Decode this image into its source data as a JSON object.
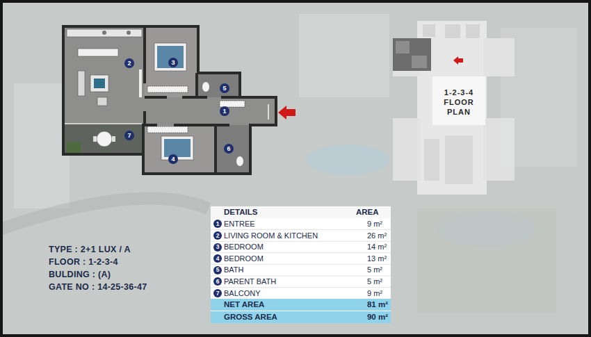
{
  "diagram": {
    "nodes": [
      {
        "text": [
          "1"
        ]
      },
      {
        "text": [
          "2"
        ]
      },
      {
        "text": [
          "3"
        ]
      },
      {
        "text": [
          "4"
        ]
      },
      {
        "text": [
          "5"
        ]
      },
      {
        "text": [
          "6"
        ]
      },
      {
        "text": [
          "7"
        ]
      }
    ],
    "labels": [
      "1-2-3-4 FLOOR PLAN",
      "DETAILS",
      "AREA",
      "1",
      "ENTREE",
      "9 m²",
      "2",
      "LIVING ROOM & KITCHEN",
      "26 m²",
      "3",
      "BEDROOM",
      "14 m²",
      "4",
      "BEDROOM",
      "13 m²",
      "5",
      "BATH",
      "5 m²",
      "6",
      "PARENT BATH",
      "5 m²",
      "7",
      "BALCONY",
      "9 m²",
      "NET AREA",
      "81 m²",
      "GROSS AREA",
      "90 m²",
      "TYPE : 2+1 LUX / A",
      "FLOOR : 1-2-3-4",
      "BULDING : (A)",
      "GATE NO : 14-25-36-47"
    ]
  }
}
